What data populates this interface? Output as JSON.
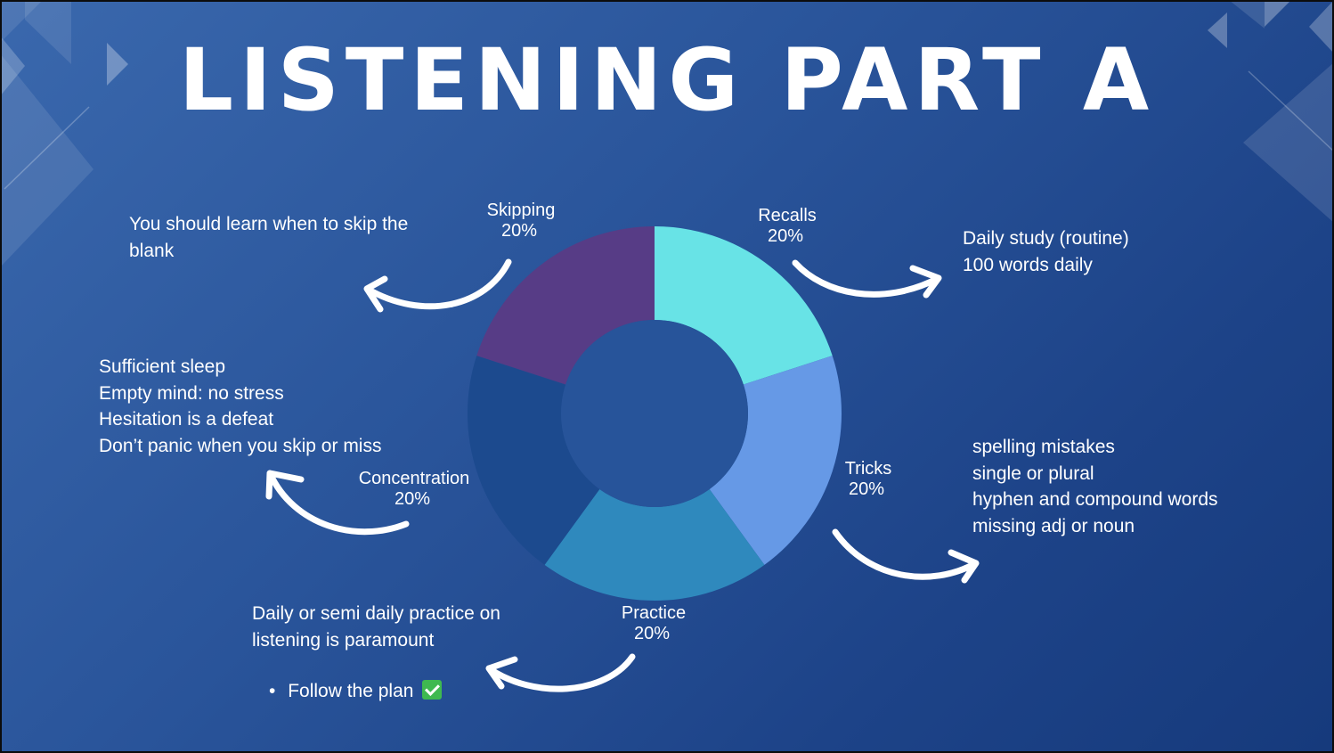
{
  "title": "LISTENING PART A",
  "colors": {
    "recalls": "#68e3e6",
    "tricks": "#6699e6",
    "practice": "#2f89bd",
    "concentration": "#1c4a8e",
    "skipping": "#573c86"
  },
  "chart_data": {
    "type": "pie",
    "donut": true,
    "categories": [
      "Recalls",
      "Tricks",
      "Practice",
      "Concentration",
      "Skipping"
    ],
    "values": [
      20,
      20,
      20,
      20,
      20
    ],
    "value_labels": [
      "20%",
      "20%",
      "20%",
      "20%",
      "20%"
    ]
  },
  "notes": {
    "skipping": [
      "You should learn when to skip the",
      "blank"
    ],
    "recalls": [
      "Daily study (routine)",
      "100 words daily"
    ],
    "concentration": [
      "Sufficient sleep",
      "Empty mind: no stress",
      "Hesitation is a defeat",
      "Don’t panic when you skip or miss"
    ],
    "tricks": [
      "spelling mistakes",
      "single or plural",
      "hyphen and compound words",
      "missing adj or noun"
    ],
    "practice": [
      "Daily or semi daily practice on",
      "listening is paramount"
    ],
    "practice_bullet": "Follow the plan",
    "practice_bullet_icon": "check-mark-icon"
  }
}
